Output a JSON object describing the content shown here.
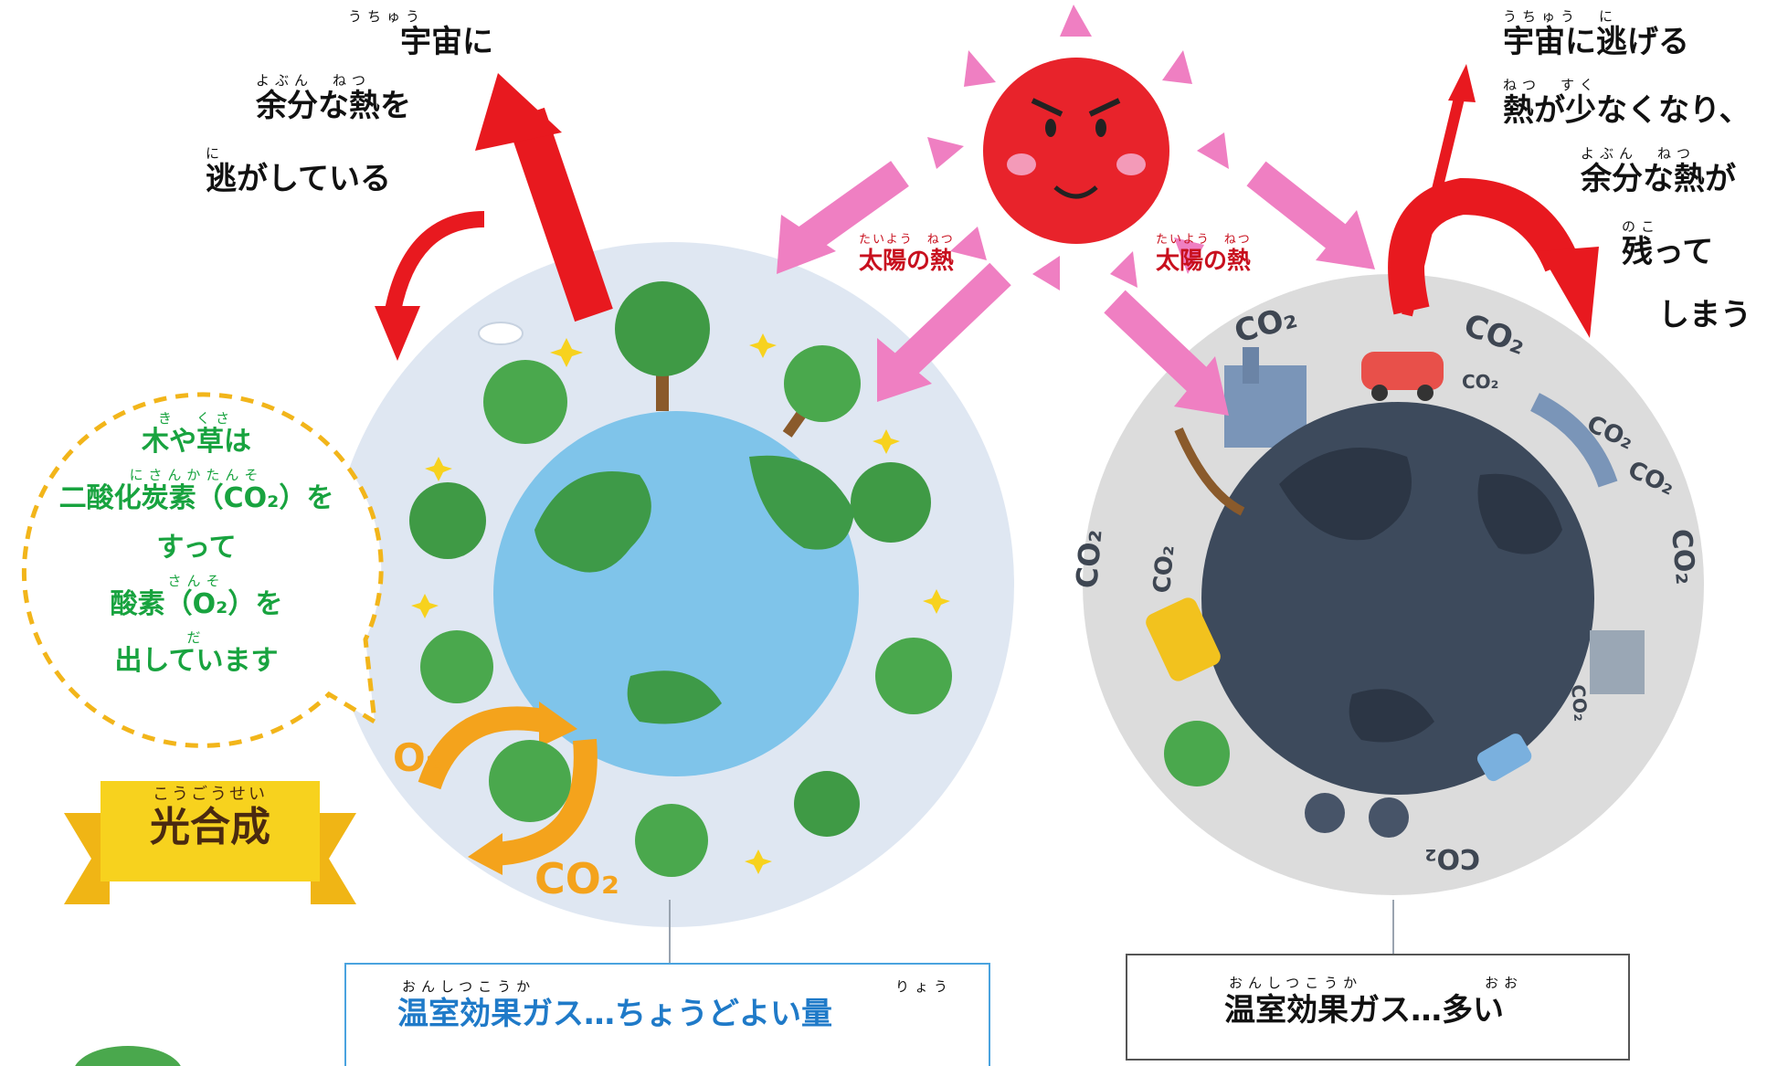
{
  "left_annotation": {
    "ruby1": "うちゅう",
    "line1": "宇宙に",
    "ruby2": "よぶん　ねつ",
    "line2": "余分な熱を",
    "ruby3": "に",
    "line3": "逃がしている"
  },
  "right_annotation": {
    "ruby1": "うちゅう　に",
    "line1": "宇宙に逃げる",
    "ruby2": "ねつ　すく",
    "line2": "熱が少なくなり、",
    "ruby3": "よぶん　ねつ",
    "line3": "余分な熱が",
    "ruby4": "のこ",
    "line4": "残って",
    "line5": "しまう"
  },
  "sun_heat": {
    "ruby": "たいよう　ねつ",
    "label": "太陽の熱"
  },
  "bubble": {
    "ruby1": "き　くさ",
    "line1": "木や草は",
    "ruby2": "にさんかたんそ",
    "line2": "二酸化炭素（CO₂）を",
    "line3": "すって",
    "ruby4": "さんそ",
    "line4": "酸素（O₂）を",
    "ruby5": "だ",
    "line5": "出しています"
  },
  "ribbon": {
    "ruby": "こうごうせい",
    "label": "光合成"
  },
  "cycle": {
    "o2": "O₂",
    "co2": "CO₂"
  },
  "left_box": {
    "ruby_a": "おんしつこうか",
    "ruby_b": "りょう",
    "label": "温室効果ガス…ちょうどよい量"
  },
  "right_box": {
    "ruby_a": "おんしつこうか",
    "ruby_b": "おお",
    "label": "温室効果ガス…多い"
  },
  "co2_tag": "CO₂",
  "colors": {
    "sun": "#e8232b",
    "heat_arrow": "#ef7fc2",
    "escape_arrow": "#e8191f",
    "bubble_border": "#f2b51a",
    "green_text": "#18a33f",
    "blue_box": "#4aa3df",
    "ribbon": "#f7d21e",
    "healthy_ocean": "#7fc4ea",
    "polluted_planet": "#3d4a5c"
  }
}
